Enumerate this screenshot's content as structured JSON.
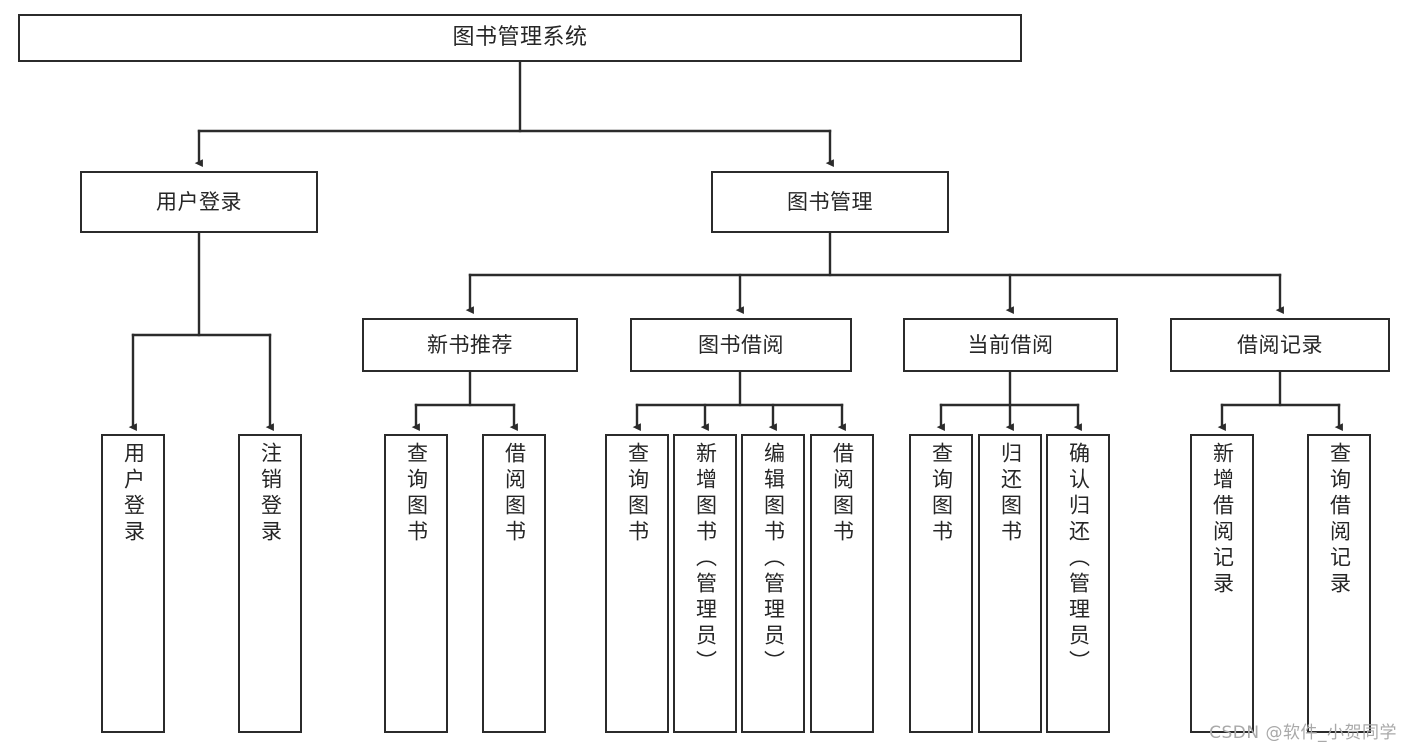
{
  "diagram": {
    "title": "图书管理系统",
    "watermark": "CSDN @软件_小贺同学",
    "colors": {
      "border": "#2b2b2b",
      "text": "#262626",
      "background": "#ffffff",
      "watermark": "#a9a9a9"
    },
    "levels": {
      "root": [
        {
          "id": "root",
          "label": "图书管理系统"
        }
      ],
      "level2": [
        {
          "id": "user-login",
          "label": "用户登录"
        },
        {
          "id": "book-manage",
          "label": "图书管理"
        }
      ],
      "level3": [
        {
          "id": "new-book-recommend",
          "label": "新书推荐"
        },
        {
          "id": "book-borrow",
          "label": "图书借阅"
        },
        {
          "id": "current-borrow",
          "label": "当前借阅"
        },
        {
          "id": "borrow-record",
          "label": "借阅记录"
        }
      ],
      "leaves": [
        {
          "id": "leaf-user-login",
          "label": "用户登录",
          "parent": "user-login"
        },
        {
          "id": "leaf-logout-login",
          "label": "注销登录",
          "parent": "user-login"
        },
        {
          "id": "leaf-query-book-1",
          "label": "查询图书",
          "parent": "new-book-recommend"
        },
        {
          "id": "leaf-borrow-book-1",
          "label": "借阅图书",
          "parent": "new-book-recommend"
        },
        {
          "id": "leaf-query-book-2",
          "label": "查询图书",
          "parent": "book-borrow"
        },
        {
          "id": "leaf-add-book",
          "label": "新增图书（管理员）",
          "parent": "book-borrow"
        },
        {
          "id": "leaf-edit-book",
          "label": "编辑图书（管理员）",
          "parent": "book-borrow"
        },
        {
          "id": "leaf-borrow-book-2",
          "label": "借阅图书",
          "parent": "book-borrow"
        },
        {
          "id": "leaf-query-book-3",
          "label": "查询图书",
          "parent": "current-borrow"
        },
        {
          "id": "leaf-return-book",
          "label": "归还图书",
          "parent": "current-borrow"
        },
        {
          "id": "leaf-confirm-return",
          "label": "确认归还（管理员）",
          "parent": "current-borrow"
        },
        {
          "id": "leaf-add-record",
          "label": "新增借阅记录",
          "parent": "borrow-record"
        },
        {
          "id": "leaf-query-record",
          "label": "查询借阅记录",
          "parent": "borrow-record"
        }
      ]
    }
  }
}
